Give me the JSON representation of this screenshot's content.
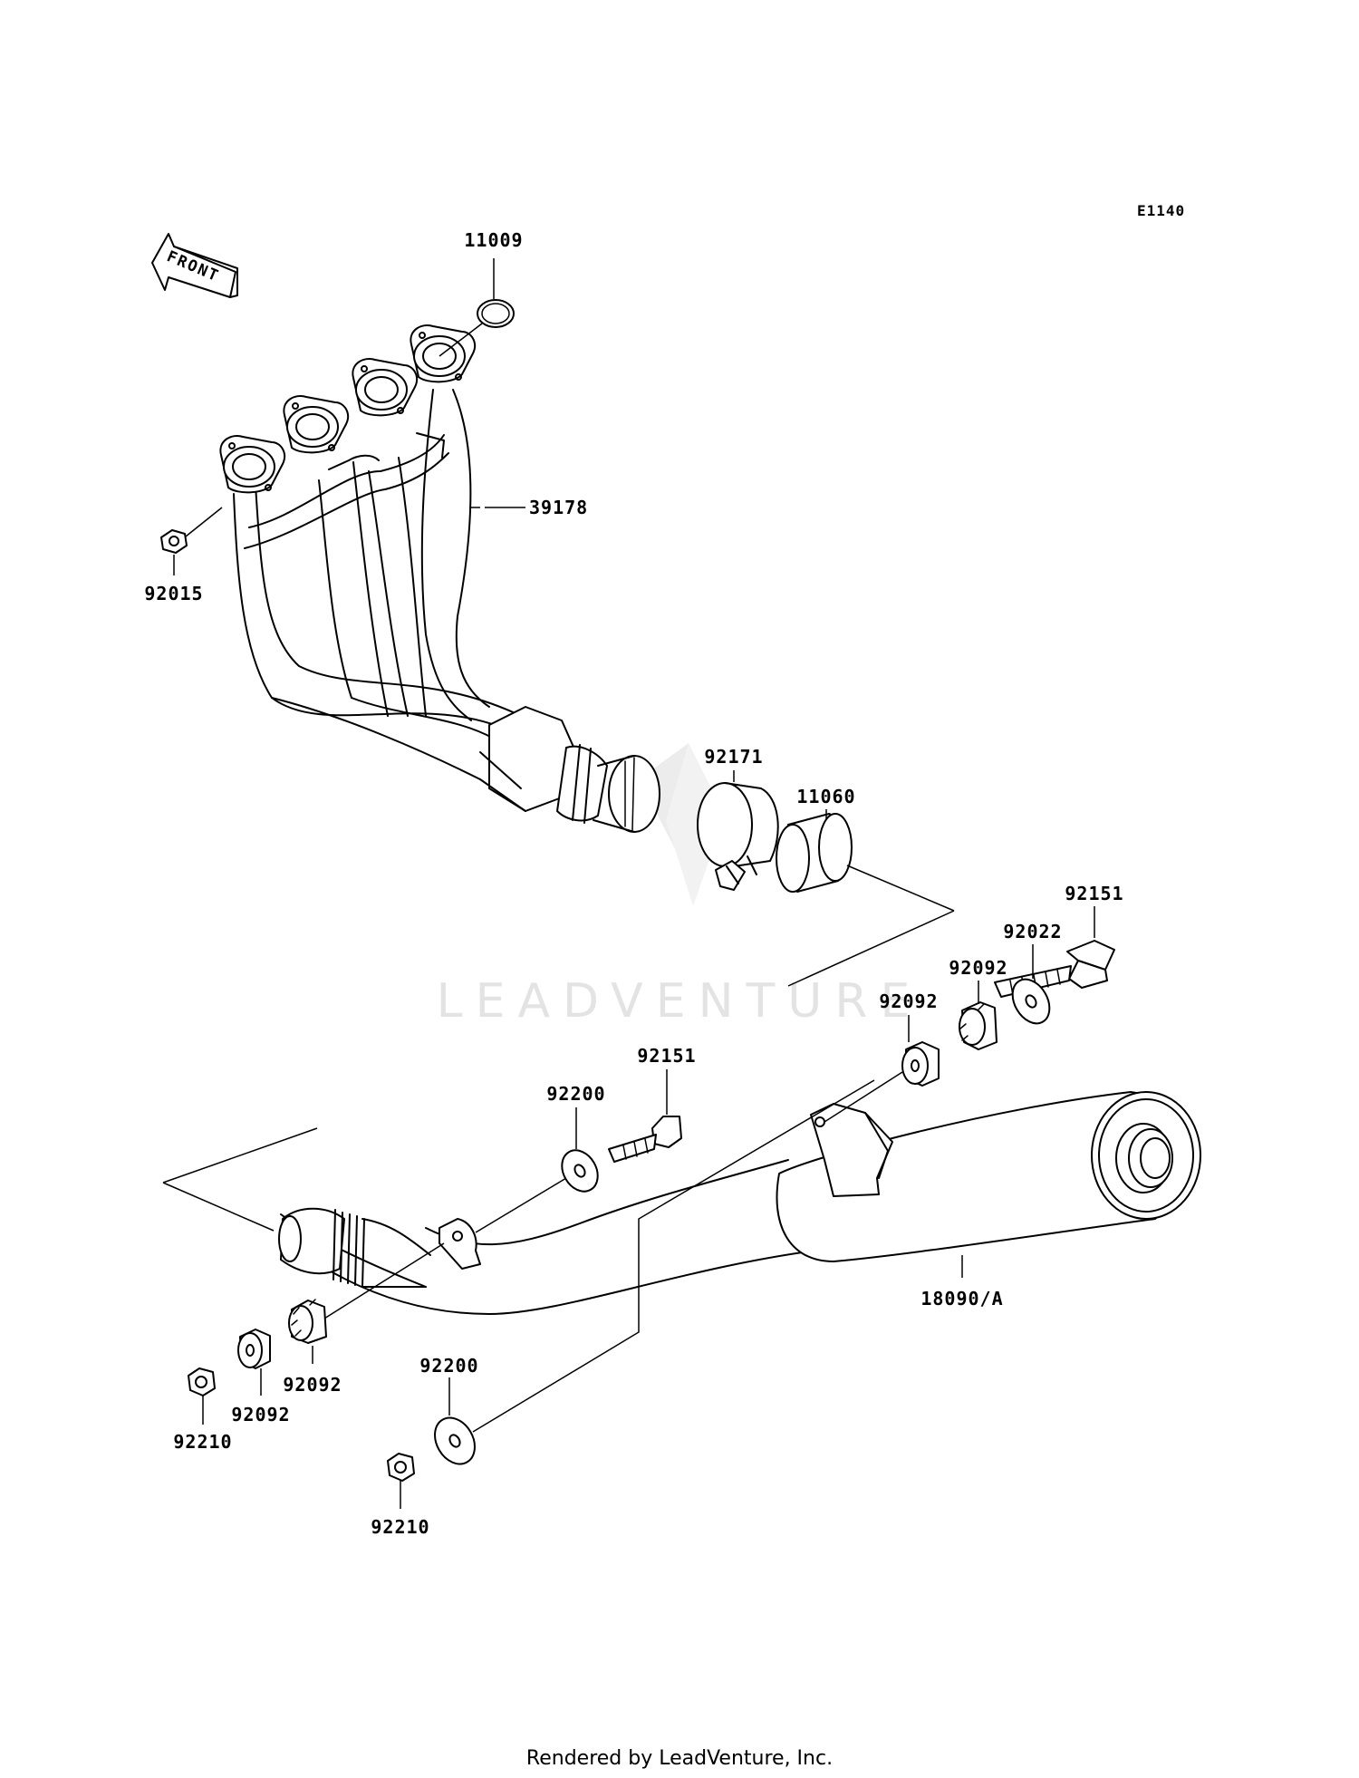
{
  "diagram": {
    "code": "E1140",
    "front_arrow_label": "FRONT",
    "watermark": "LEADVENTURE",
    "footer": "Rendered by LeadVenture, Inc.",
    "parts": {
      "p11009": "11009",
      "p39178": "39178",
      "p92015": "92015",
      "p92171": "92171",
      "p11060": "11060",
      "p92151_top": "92151",
      "p92022": "92022",
      "p92092_a": "92092",
      "p92092_b": "92092",
      "p92151_mid": "92151",
      "p92200_top": "92200",
      "p18090": "18090/A",
      "p92092_c": "92092",
      "p92092_d": "92092",
      "p92210_left": "92210",
      "p92200_bottom": "92200",
      "p92210_bottom": "92210"
    }
  }
}
